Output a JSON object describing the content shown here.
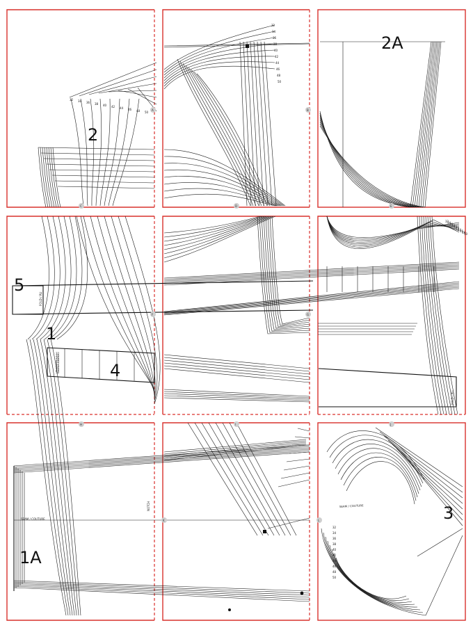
{
  "sheet": {
    "title": "",
    "columns": 3,
    "rows": 3,
    "accent_color": "#d9302c",
    "line_color": "#1a1a1a"
  },
  "pieces": [
    {
      "id": "piece-2",
      "label": "2"
    },
    {
      "id": "piece-2a",
      "label": "2A"
    },
    {
      "id": "piece-5",
      "label": "5"
    },
    {
      "id": "piece-1",
      "label": "1"
    },
    {
      "id": "piece-4",
      "label": "4"
    },
    {
      "id": "piece-1a",
      "label": "1A"
    },
    {
      "id": "piece-3",
      "label": "3"
    }
  ],
  "page_markers": [
    "A",
    "B",
    "C",
    "D",
    "E",
    "F",
    "G",
    "H",
    "I",
    "J",
    "K",
    "L"
  ],
  "sizes": [
    "32",
    "34",
    "36",
    "38",
    "40",
    "42",
    "44",
    "46",
    "48",
    "50"
  ],
  "annotations": {
    "fold": "FOLD / PLI",
    "seam": "SEAM / COUTURE",
    "notch": "NOTCH"
  }
}
